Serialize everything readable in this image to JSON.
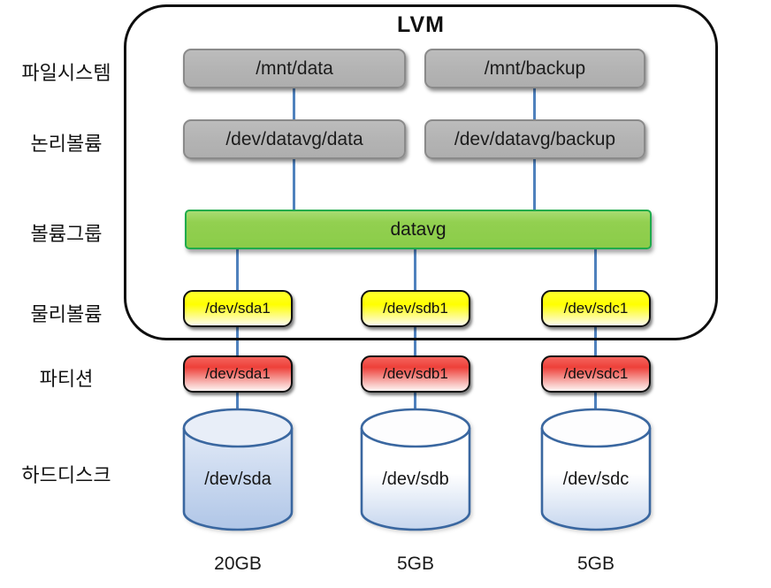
{
  "title": "LVM",
  "row_labels": {
    "filesystem": "파일시스템",
    "logical_volume": "논리볼륨",
    "volume_group": "볼륨그룹",
    "physical_volume": "물리볼륨",
    "partition": "파티션",
    "hard_disk": "하드디스크"
  },
  "filesystems": [
    "/mnt/data",
    "/mnt/backup"
  ],
  "logical_volumes": [
    "/dev/datavg/data",
    "/dev/datavg/backup"
  ],
  "volume_group": "datavg",
  "physical_volumes": [
    "/dev/sda1",
    "/dev/sdb1",
    "/dev/sdc1"
  ],
  "partitions": [
    "/dev/sda1",
    "/dev/sdb1",
    "/dev/sdc1"
  ],
  "disks": [
    {
      "device": "/dev/sda",
      "size": "20GB"
    },
    {
      "device": "/dev/sdb",
      "size": "5GB"
    },
    {
      "device": "/dev/sdc",
      "size": "5GB"
    }
  ],
  "colors": {
    "connector_blue": "#4f81bd",
    "filesystem_gray": "#b3b3b3",
    "volume_group_green": "#92d050",
    "volume_group_border_green": "#1fab4b",
    "physical_volume_yellow": "#ffff00",
    "partition_red": "#ee4039",
    "disk_stroke_blue": "#3a67a0",
    "disk_fill_blue": "#b2c7e7"
  }
}
